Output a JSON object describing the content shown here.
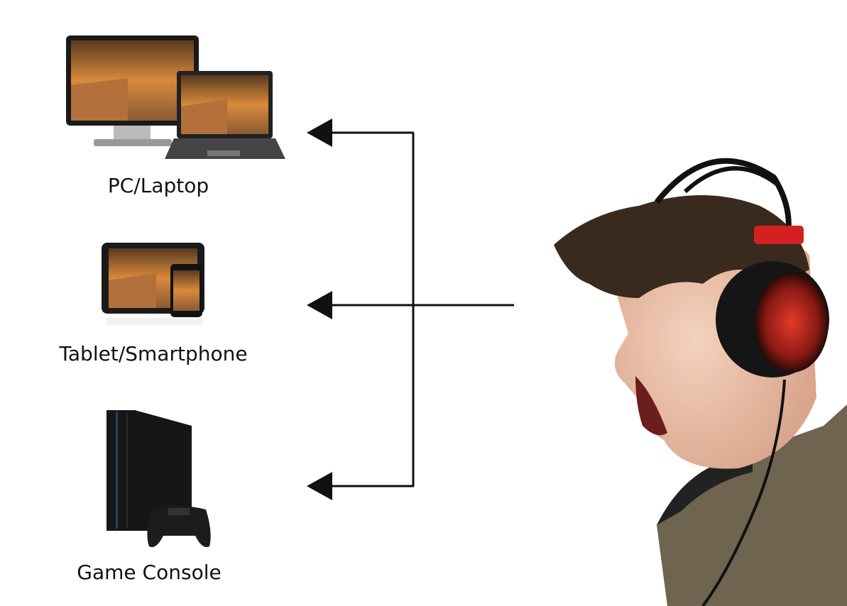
{
  "devices": [
    {
      "label": "PC/Laptop",
      "icon": "pc-laptop-icon"
    },
    {
      "label": "Tablet/Smartphone",
      "icon": "tablet-smartphone-icon"
    },
    {
      "label": "Game Console",
      "icon": "game-console-icon"
    }
  ],
  "colors": {
    "arrow": "#111111",
    "headset_accent": "#d42020",
    "screen_sky": "#d98a3a"
  }
}
